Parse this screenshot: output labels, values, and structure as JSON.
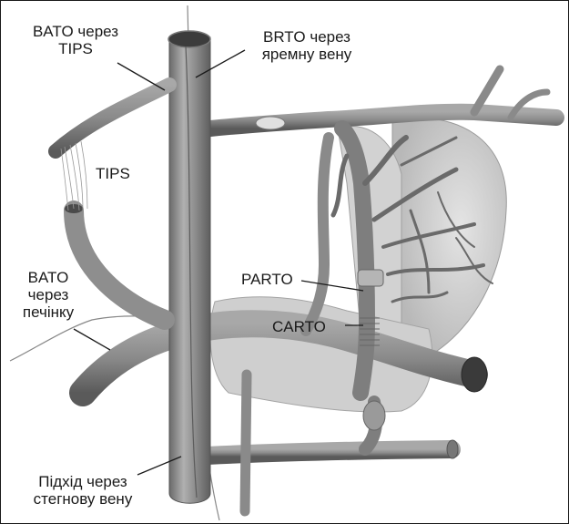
{
  "labels": {
    "bato_tips": {
      "line1": "BATO через",
      "line2": "TIPS"
    },
    "brto_jugular": {
      "line1": "BRTO через",
      "line2": "яремну вену"
    },
    "tips": "TIPS",
    "bato_liver": {
      "line1": "BATO",
      "line2": "через",
      "line3": "печінку"
    },
    "parto": "PARTO",
    "carto": "CARTO",
    "femoral": {
      "line1": "Підхід через",
      "line2": "стегнову вену"
    }
  },
  "colors": {
    "vessel": "#8c8c8c",
    "vessel_dark": "#5a5a5a",
    "vessel_light": "#c4c4c4",
    "organ": "#d6d6d6",
    "line": "#1a1a1a"
  }
}
